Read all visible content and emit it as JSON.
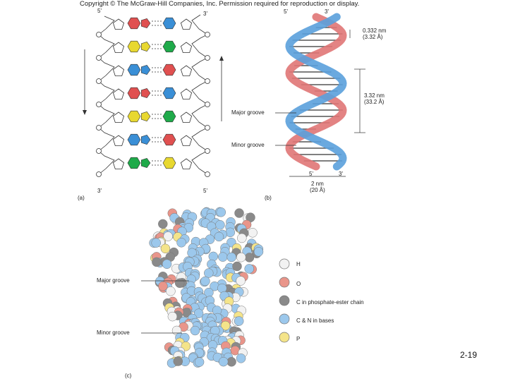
{
  "copyright": "Copyright © The McGraw-Hill Companies, Inc. Permission required for reproduction or display.",
  "panel_a": {
    "label": "(a)",
    "top_left": "5'",
    "top_right": "3'",
    "bottom_left": "3'",
    "bottom_right": "5'",
    "pairs": [
      {
        "left": "#e05050",
        "right": "#3a8fd6"
      },
      {
        "left": "#e8d830",
        "right": "#1faa4a"
      },
      {
        "left": "#3a8fd6",
        "right": "#e05050"
      },
      {
        "left": "#e05050",
        "right": "#3a8fd6"
      },
      {
        "left": "#e8d830",
        "right": "#1faa4a"
      },
      {
        "left": "#3a8fd6",
        "right": "#e05050"
      },
      {
        "left": "#1faa4a",
        "right": "#e8d830"
      }
    ]
  },
  "panel_b": {
    "label": "(b)",
    "top_left": "5'",
    "top_right": "3'",
    "bottom_left": "5'",
    "bottom_right": "3'",
    "rise_nm": "0.332 nm",
    "rise_A": "(3.32 Å)",
    "pitch_nm": "3.32 nm",
    "pitch_A": "(33.2 Å)",
    "major_groove": "Major groove",
    "minor_groove": "Minor groove",
    "width_nm": "2 nm",
    "width_A": "(20 Å)"
  },
  "panel_c": {
    "label": "(c)",
    "major_groove": "Major groove",
    "minor_groove": "Minor groove",
    "legend": [
      {
        "symbol": "H",
        "text": "H",
        "color": "#f2f2f2"
      },
      {
        "symbol": "O",
        "text": "O",
        "color": "#e9958a"
      },
      {
        "symbol": "C",
        "text": "C in phosphate-ester chain",
        "color": "#8a8a8a"
      },
      {
        "symbol": "CN",
        "text": "C & N in bases",
        "color": "#9cc8ec"
      },
      {
        "symbol": "P",
        "text": "P",
        "color": "#f4e48a"
      }
    ]
  },
  "slide_number": "2-19"
}
